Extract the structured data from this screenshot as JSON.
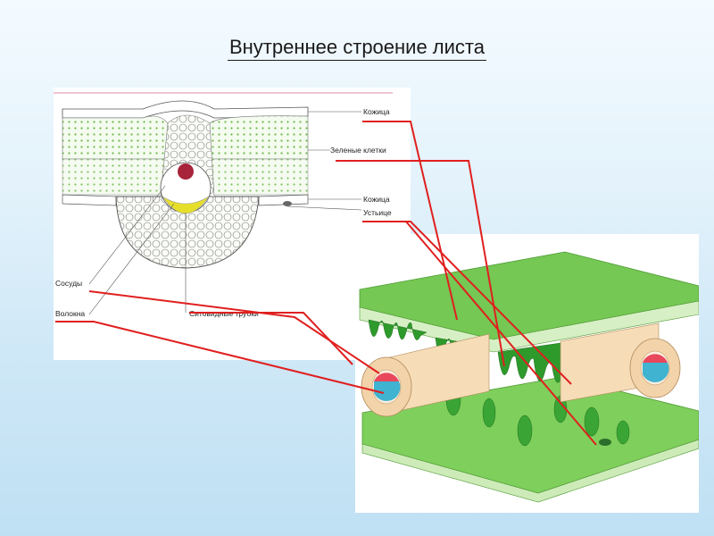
{
  "slide": {
    "title": "Внутреннее строение листа"
  },
  "cross_section": {
    "labels": {
      "skin_top": "Кожица",
      "green_cells": "Зеленые клетки",
      "skin_bottom": "Кожица",
      "stoma": "Устьице",
      "vessels": "Сосуды",
      "fibers": "Волокна",
      "sieve_tubes": "Ситовидные трубки"
    }
  },
  "colors": {
    "pointer_lines": "#e01f1f",
    "leaf_green": "#6fc24f",
    "vessel_red": "#c8324a",
    "vessel_blue": "#39a7c4",
    "phloem_yellow": "#e6df2a"
  }
}
